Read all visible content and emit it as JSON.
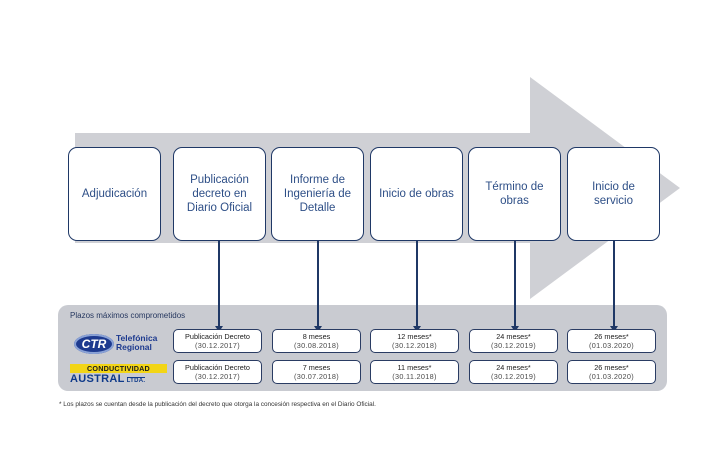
{
  "stages": [
    {
      "label": "Adjudicación"
    },
    {
      "label": "Publicación decreto en Diario Oficial"
    },
    {
      "label": "Informe de Ingeniería de Detalle"
    },
    {
      "label": "Inicio de obras"
    },
    {
      "label": "Término de obras"
    },
    {
      "label": "Inicio de servicio"
    }
  ],
  "panel": {
    "title": "Plazos máximos comprometidos",
    "companies": [
      {
        "logo_text": "CTR",
        "name_line1": "Telefónica",
        "name_line2": "Regional",
        "cells": [
          {
            "main": "Publicación Decreto",
            "sub": "(30.12.2017)"
          },
          {
            "main": "8 meses",
            "sub": "(30.08.2018)"
          },
          {
            "main": "12 meses*",
            "sub": "(30.12.2018)"
          },
          {
            "main": "24 meses*",
            "sub": "(30.12.2019)"
          },
          {
            "main": "26 meses*",
            "sub": "(01.03.2020)"
          }
        ]
      },
      {
        "logo_top": "CONDUCTIVIDAD",
        "logo_bottom": "AUSTRAL",
        "logo_suffix": "LTDA.",
        "cells": [
          {
            "main": "Publicación Decreto",
            "sub": "(30.12.2017)"
          },
          {
            "main": "7 meses",
            "sub": "(30.07.2018)"
          },
          {
            "main": "11 meses*",
            "sub": "(30.11.2018)"
          },
          {
            "main": "24 meses*",
            "sub": "(30.12.2019)"
          },
          {
            "main": "26 meses*",
            "sub": "(01.03.2020)"
          }
        ]
      }
    ]
  },
  "footnote": "* Los plazos se cuentan desde la publicación del decreto que otorga la concesión respectiva en el Diario Oficial.",
  "colors": {
    "arrow": "#cfd0d5",
    "border": "#1f3866",
    "stage_text": "#2e4f87",
    "panel": "#c9cbd1"
  }
}
